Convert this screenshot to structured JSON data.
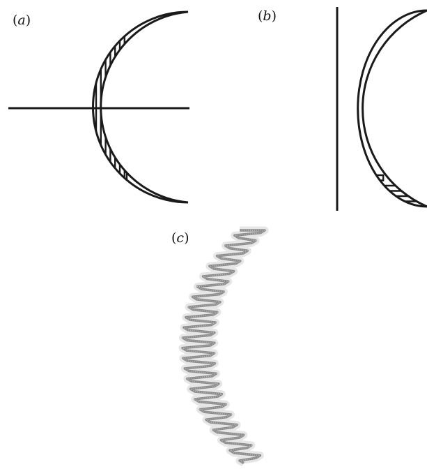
{
  "panels": [
    {
      "id": "a",
      "label_open": "(",
      "label_letter": "a",
      "label_close": ")"
    },
    {
      "id": "b",
      "label_open": "(",
      "label_letter": "b",
      "label_close": ")"
    },
    {
      "id": "c",
      "label_open": "(",
      "label_letter": "c",
      "label_close": ")"
    }
  ],
  "colors": {
    "stroke": "#1a1a1a",
    "zigzag": "#8c8c8c",
    "zigzag_halo": "#e6e6e6"
  }
}
